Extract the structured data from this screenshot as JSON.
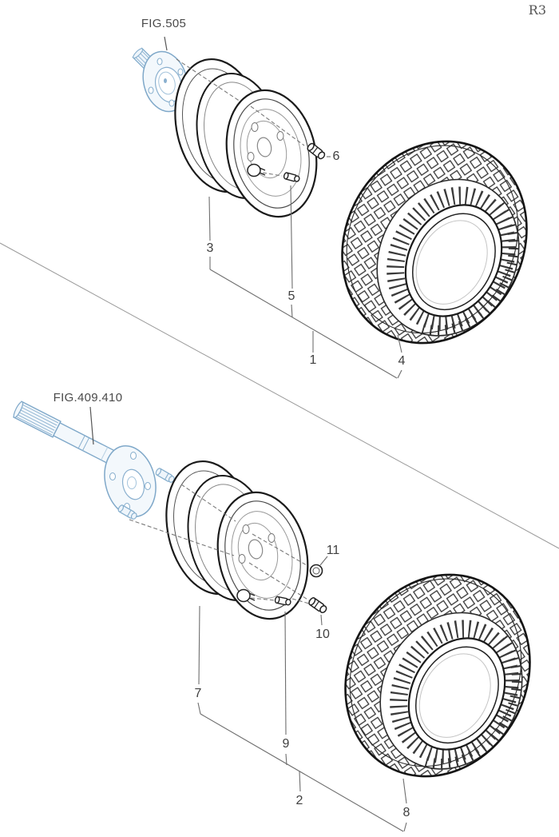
{
  "page": {
    "corner_label": "R3"
  },
  "figure_refs": {
    "front_hub": "FIG.505",
    "rear_axle": "FIG.409.410"
  },
  "callouts": [
    {
      "number": "1"
    },
    {
      "number": "2"
    },
    {
      "number": "3"
    },
    {
      "number": "4"
    },
    {
      "number": "5"
    },
    {
      "number": "6"
    },
    {
      "number": "7"
    },
    {
      "number": "8"
    },
    {
      "number": "9"
    },
    {
      "number": "10"
    },
    {
      "number": "11"
    }
  ],
  "colors": {
    "line": "#1a1a1a",
    "leader": "#6e6e6e",
    "highlight_blue": "#7fa8c9"
  }
}
